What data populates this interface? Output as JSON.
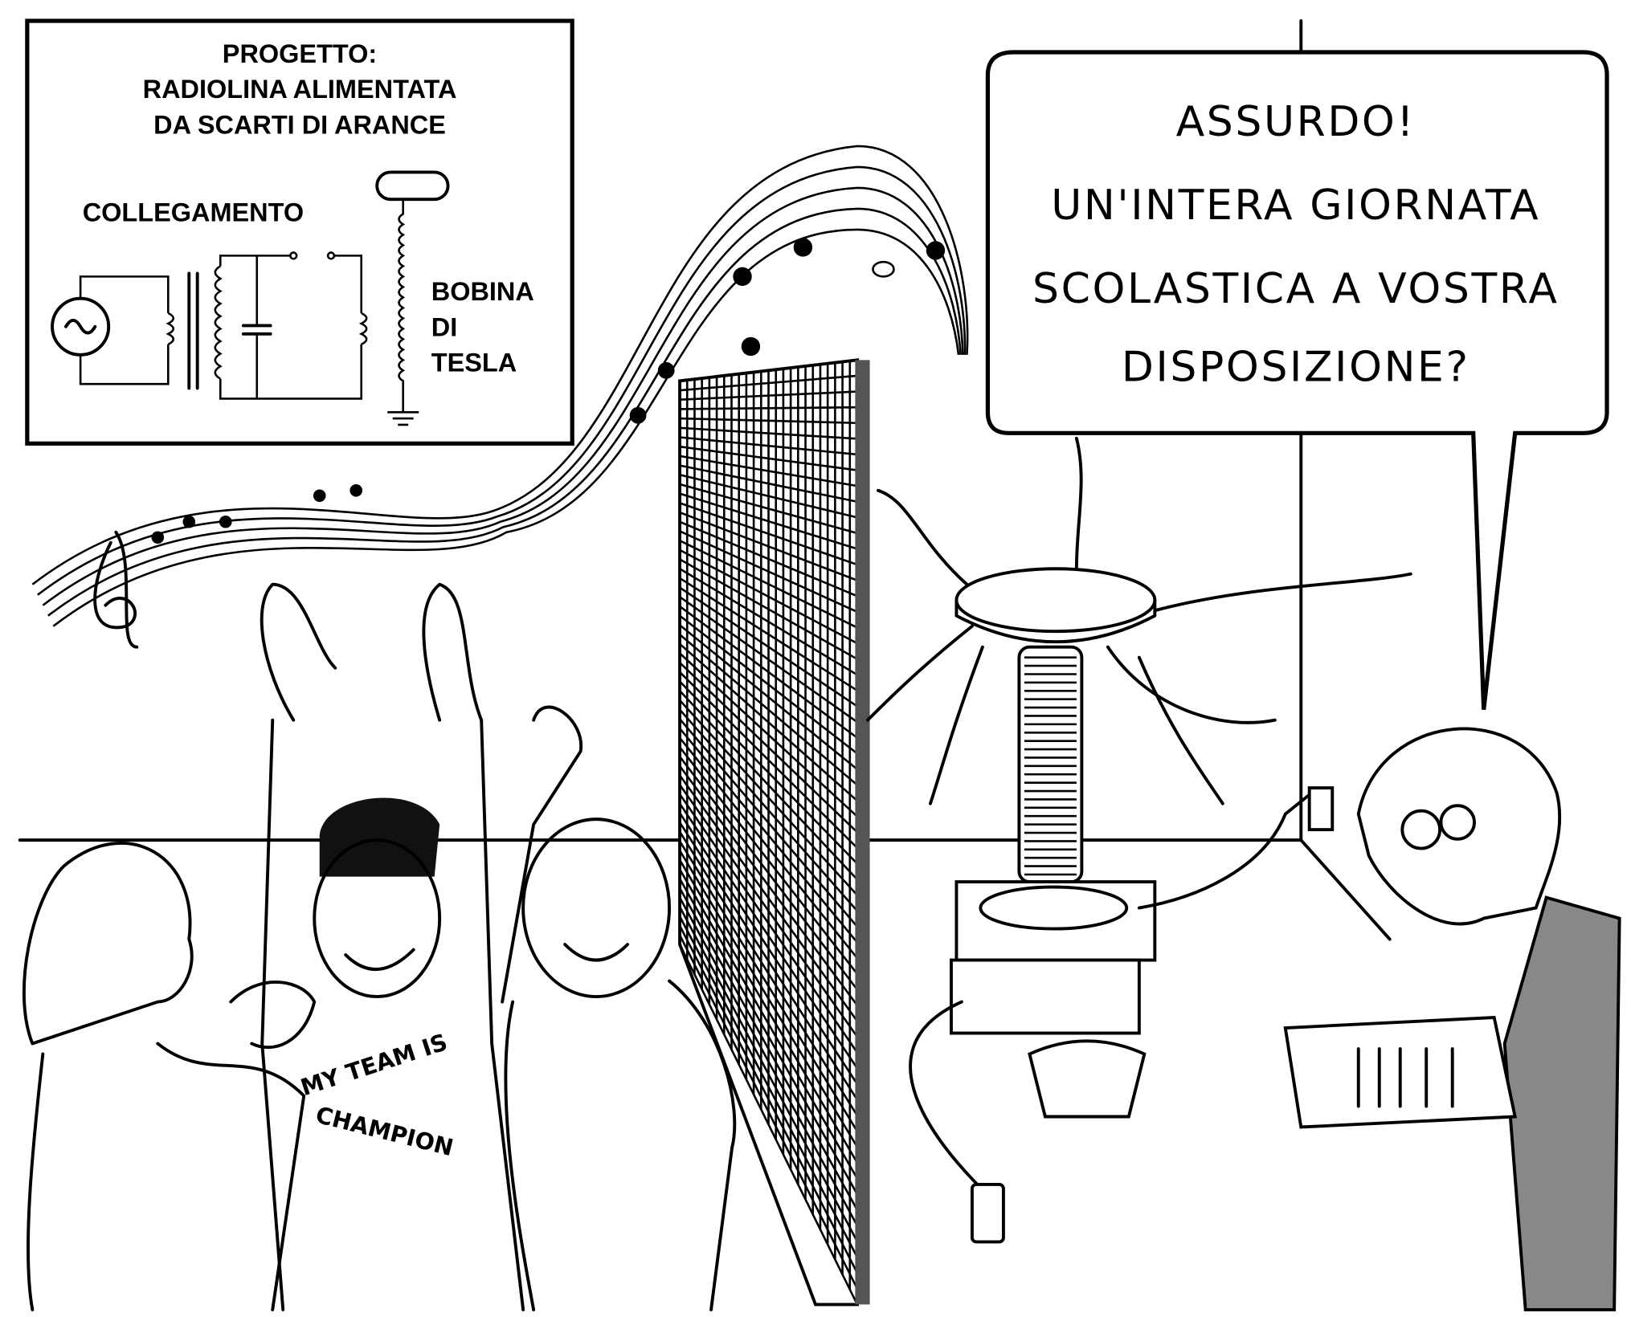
{
  "board": {
    "title_line1": "PROGETTO:",
    "title_line2": "RADIOLINA ALIMENTATA",
    "title_line3": "DA SCARTI DI ARANCE",
    "label_connection": "COLLEGAMENTO",
    "label_coil_1": "BOBINA",
    "label_coil_2": "DI",
    "label_coil_3": "TESLA"
  },
  "speech_bubble": {
    "line1": "ASSURDO!",
    "line2": "UN'INTERA GIORNATA",
    "line3": "SCOLASTICA A VOSTRA",
    "line4": "DISPOSIZIONE?"
  },
  "shirt": {
    "line1": "MY TEAM IS",
    "line2": "CHAMPION"
  }
}
